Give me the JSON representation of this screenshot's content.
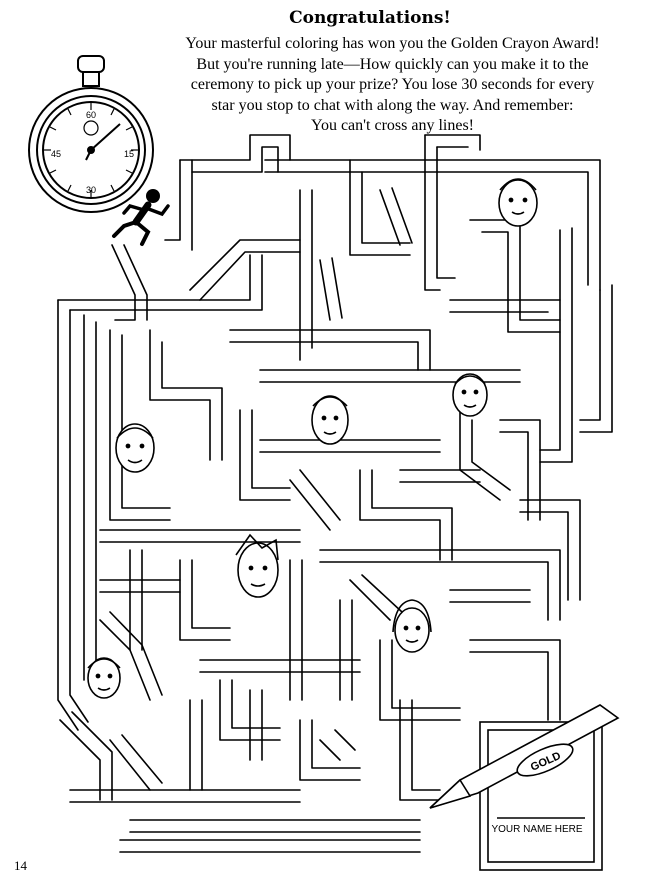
{
  "heading": "Congratulations!",
  "intro_lines": [
    "Your masterful coloring has won you the Golden Crayon Award!",
    "But you're running late—How quickly can you make it to the",
    "ceremony to pick up your prize? You lose 30 seconds for every",
    "star you stop to chat with along the way. And remember:",
    "You can't cross any lines!"
  ],
  "stopwatch": {
    "labels": [
      "60",
      "15",
      "30",
      "45"
    ],
    "icon": "stopwatch-icon"
  },
  "award": {
    "name_line": "YOUR NAME HERE",
    "crayon_label": "GOLD"
  },
  "page_number": "14"
}
